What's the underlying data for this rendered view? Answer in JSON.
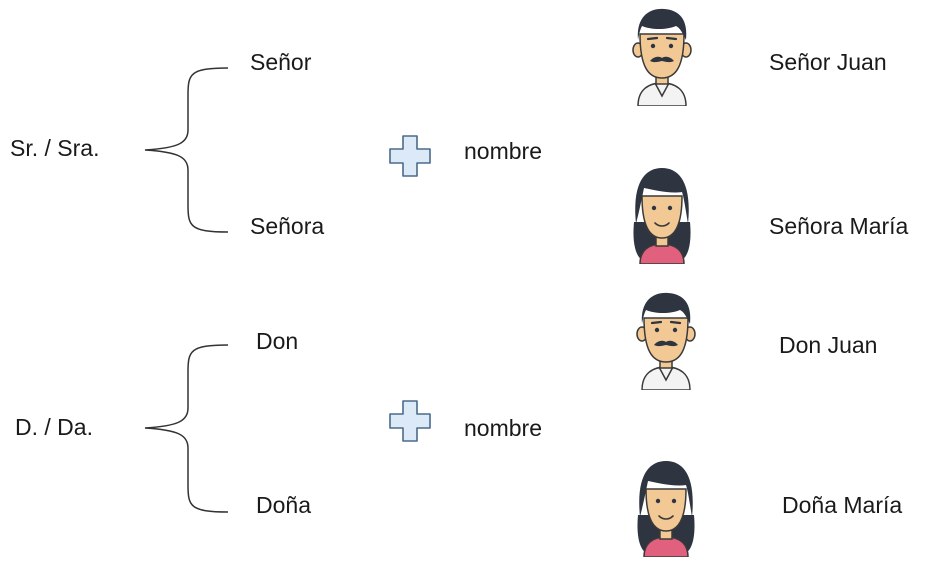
{
  "groups": [
    {
      "abbreviation": "Sr. / Sra.",
      "forms": [
        "Señor",
        "Señora"
      ],
      "connector": "nombre",
      "results": [
        "Señor Juan",
        "Señora María"
      ]
    },
    {
      "abbreviation": "D. / Da.",
      "forms": [
        "Don",
        "Doña"
      ],
      "connector": "nombre",
      "results": [
        "Don Juan",
        "Doña María"
      ]
    }
  ],
  "icons": {
    "plus": "plus-icon",
    "man": "man-avatar-icon",
    "woman": "woman-avatar-icon"
  },
  "colors": {
    "text": "#1a1a1a",
    "bracket": "#333333",
    "plus_fill": "#dce9f6",
    "plus_stroke": "#4a6b8a",
    "hair": "#2e3440",
    "skin": "#f2c994",
    "skin_outline": "#3a3a3a",
    "man_shirt": "#f3f3f3",
    "woman_shirt": "#e0607e"
  }
}
